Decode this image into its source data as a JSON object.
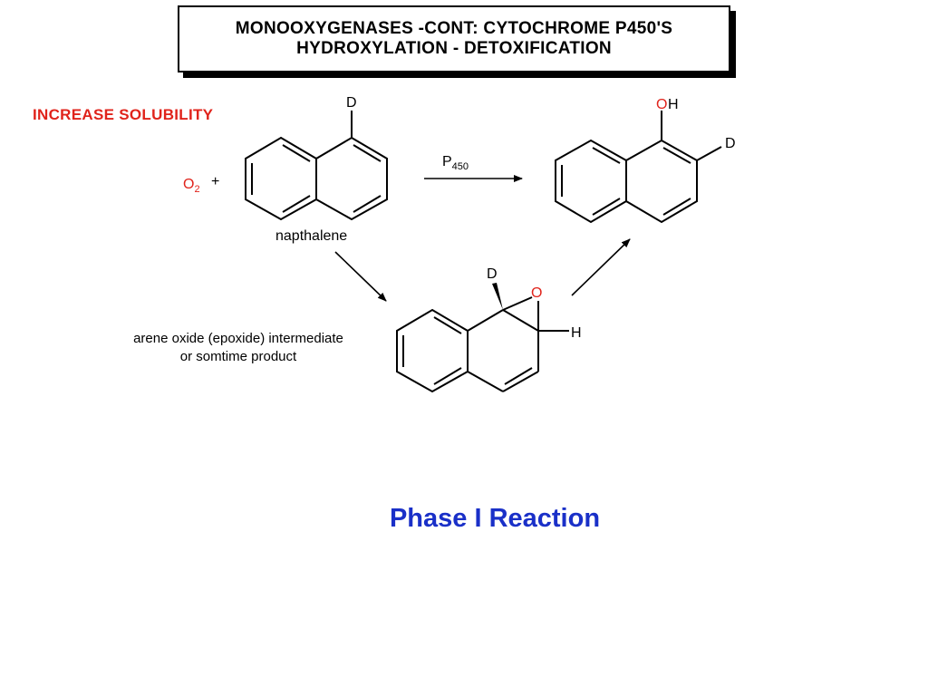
{
  "title": {
    "line1": "MONOOXYGENASES -CONT:  CYTOCHROME P450'S",
    "line2": "HYDROXYLATION - DETOXIFICATION"
  },
  "annotation": "INCREASE SOLUBILITY",
  "reagents": {
    "oxygen": "O",
    "oxygen_subscript": "2",
    "plus": "+",
    "enzyme": "P",
    "enzyme_subscript": "450"
  },
  "substrate": {
    "name": "napthalene",
    "substituent": "D"
  },
  "product": {
    "hydroxyl_o": "O",
    "hydroxyl_h": "H",
    "substituent": "D"
  },
  "intermediate": {
    "substituent_d": "D",
    "substituent_o": "O",
    "substituent_h": "H",
    "caption_line1": "arene oxide (epoxide) intermediate",
    "caption_line2": "or somtime product"
  },
  "footer": "Phase I Reaction",
  "colors": {
    "accent_red": "#e0231b",
    "footer_blue": "#1a30c8"
  }
}
